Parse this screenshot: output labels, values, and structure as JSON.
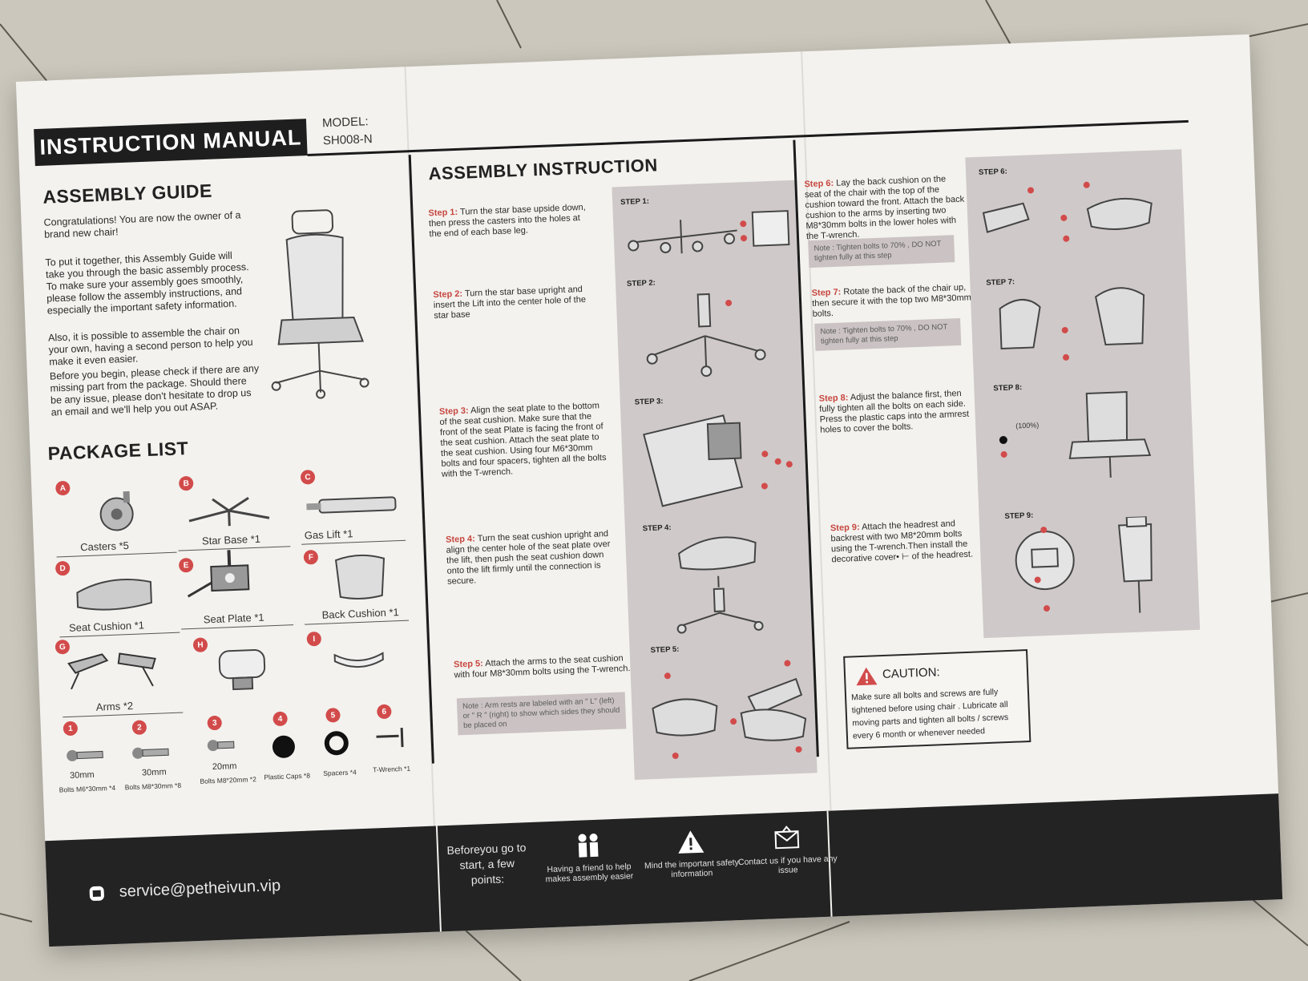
{
  "header": {
    "title": "INSTRUCTION MANUAL",
    "model_label": "MODEL:",
    "model_value": "SH008-N"
  },
  "guide": {
    "heading": "ASSEMBLY GUIDE",
    "p1": "Congratulations! You are now the owner of a brand new chair!",
    "p2": "To put it together, this Assembly Guide will take you through the basic assembly process. To make sure your assembly goes smoothly, please follow the assembly instructions, and especially the important safety information.",
    "p3": "Also, it is possible to assemble the chair on your own, having a second person to help you make it even easier.",
    "p4": "Before you begin, please check if there are any missing part from the package. Should there be any issue, please don't hesitate to drop us an email and we'll help you out ASAP."
  },
  "package": {
    "heading": "PACKAGE LIST",
    "parts": [
      {
        "letter": "A",
        "name": "Casters *5"
      },
      {
        "letter": "B",
        "name": "Star Base *1"
      },
      {
        "letter": "C",
        "name": "Gas Lift *1"
      },
      {
        "letter": "D",
        "name": "Seat Cushion *1"
      },
      {
        "letter": "E",
        "name": "Seat Plate *1"
      },
      {
        "letter": "F",
        "name": "Back Cushion *1"
      },
      {
        "letter": "G",
        "name": "Arms  *2"
      },
      {
        "letter": "H",
        "name": ""
      },
      {
        "letter": "I",
        "name": ""
      }
    ],
    "hardware": [
      {
        "num": "1",
        "size": "30mm",
        "name": "Bolts M6*30mm *4"
      },
      {
        "num": "2",
        "size": "30mm",
        "name": "Bolts M8*30mm *8"
      },
      {
        "num": "3",
        "size": "20mm",
        "name": "Bolts M8*20mm *2"
      },
      {
        "num": "4",
        "size": "",
        "name": "Plastic Caps *8"
      },
      {
        "num": "5",
        "size": "",
        "name": "Spacers *4"
      },
      {
        "num": "6",
        "size": "",
        "name": "T-Wrench *1"
      }
    ]
  },
  "instruction": {
    "heading": "ASSEMBLY INSTRUCTION",
    "steps": [
      {
        "prefix": "Step  1:",
        "text": "Turn the star base upside down, then press the casters into the holes at the end of each base leg.",
        "label": "STEP 1:"
      },
      {
        "prefix": "Step  2:",
        "text": "Turn the star base upright and insert the Lift into the center hole of the star base",
        "label": "STEP 2:"
      },
      {
        "prefix": "Step  3:",
        "text": "Align the seat plate to the bottom of the seat cushion. Make sure that the front of the seat Plate is facing the front of the seat cushion.  Attach the seat plate to the seat cushion. Using four M6*30mm bolts and four spacers, tighten all the bolts with the T-wrench.",
        "label": "STEP 3:"
      },
      {
        "prefix": "Step  4:",
        "text": "Turn the seat cushion upright and align the center hole of the seat plate over the lift, then push the seat cushion down onto the lift firmly until the connection is secure.",
        "label": "STEP 4:"
      },
      {
        "prefix": "Step  5:",
        "text": "Attach the arms to the seat cushion with four  M8*30mm bolts using the T-wrench.",
        "label": "STEP 5:",
        "note": "Note : Arm rests are labeled with an \" L\" (left) or \" R \" (right) to show which sides they should be placed on"
      },
      {
        "prefix": "Step  6:",
        "text": "Lay the back cushion on the seat of the chair with the top of the cushion toward the front. Attach the back cushion to the arms by inserting two  M8*30mm bolts in the lower holes with the T-wrench.",
        "label": "STEP 6:",
        "note": "Note : Tighten bolts to 70% , DO NOT tighten fully at this step"
      },
      {
        "prefix": "Step  7:",
        "text": "Rotate the back of the chair up, then secure it with the top two M8*30mm bolts.",
        "label": "STEP 7:",
        "note": "Note : Tighten bolts to 70% , DO NOT tighten fully at this step"
      },
      {
        "prefix": "Step  8:",
        "text": "Adjust the balance first, then fully tighten all the bolts on each side. Press the plastic caps into the armrest holes to cover the bolts.",
        "label": "STEP 8:",
        "pct": "(100%)"
      },
      {
        "prefix": "Step  9:",
        "text": "Attach the headrest  and backrest with two M8*20mm bolts using the T-wrench.Then install the decorative cover• ⊢ of the headrest.",
        "label": "STEP 9:"
      }
    ]
  },
  "caution": {
    "title": "CAUTION:",
    "text": "Make sure all bolts and screws are fully tightened before using chair . Lubricate all moving parts and tighten all bolts / screws every 6 month or whenever needed"
  },
  "footer": {
    "email": "service@petheivun.vip",
    "intro": "Beforeyou go to start, a few points:",
    "items": [
      {
        "icon": "two-people-icon",
        "text": "Having a friend to help makes assembly easier"
      },
      {
        "icon": "warning-icon",
        "text": "Mind the important safety information"
      },
      {
        "icon": "envelope-icon",
        "text": "Contact us if you have any issue"
      }
    ]
  },
  "colors": {
    "label_red": "#d24b4b",
    "footer_black": "#232323",
    "panel_gray": "#cfc9c9",
    "paper": "#f3f2ee"
  }
}
